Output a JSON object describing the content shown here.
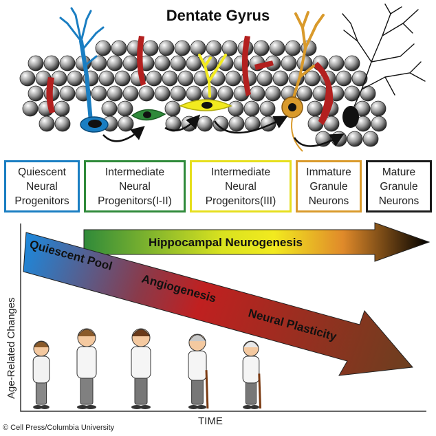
{
  "title": "Dentate Gyrus",
  "stages": [
    {
      "label": "Quiescent\nNeural\nProgenitors",
      "color": "#1a7ec2"
    },
    {
      "label": "Intermediate\nNeural\nProgenitors(I-II)",
      "color": "#2f8a3a"
    },
    {
      "label": "Intermediate\nNeural\nProgenitors(III)",
      "color": "#e6df1d"
    },
    {
      "label": "Immature\nGranule\nNeurons",
      "color": "#d99a2b"
    },
    {
      "label": "Mature\nGranule\nNeurons",
      "color": "#1a1a1a"
    }
  ],
  "arrows": {
    "neurogenesis": "Hippocampal Neurogenesis",
    "quiescent_pool": "Quiescent Pool",
    "angiogenesis": "Angiogenesis",
    "neural_plasticity": "Neural Plasticity"
  },
  "axes": {
    "x_label": "TIME",
    "y_label": "Age-Related Changes"
  },
  "credit": "© Cell Press/Columbia University",
  "colors": {
    "blue": "#1a7ec2",
    "green": "#2f8a3a",
    "yellow": "#f2ea1f",
    "gold": "#d99a2b",
    "red": "#b3201f",
    "brown": "#6b3f1f"
  }
}
